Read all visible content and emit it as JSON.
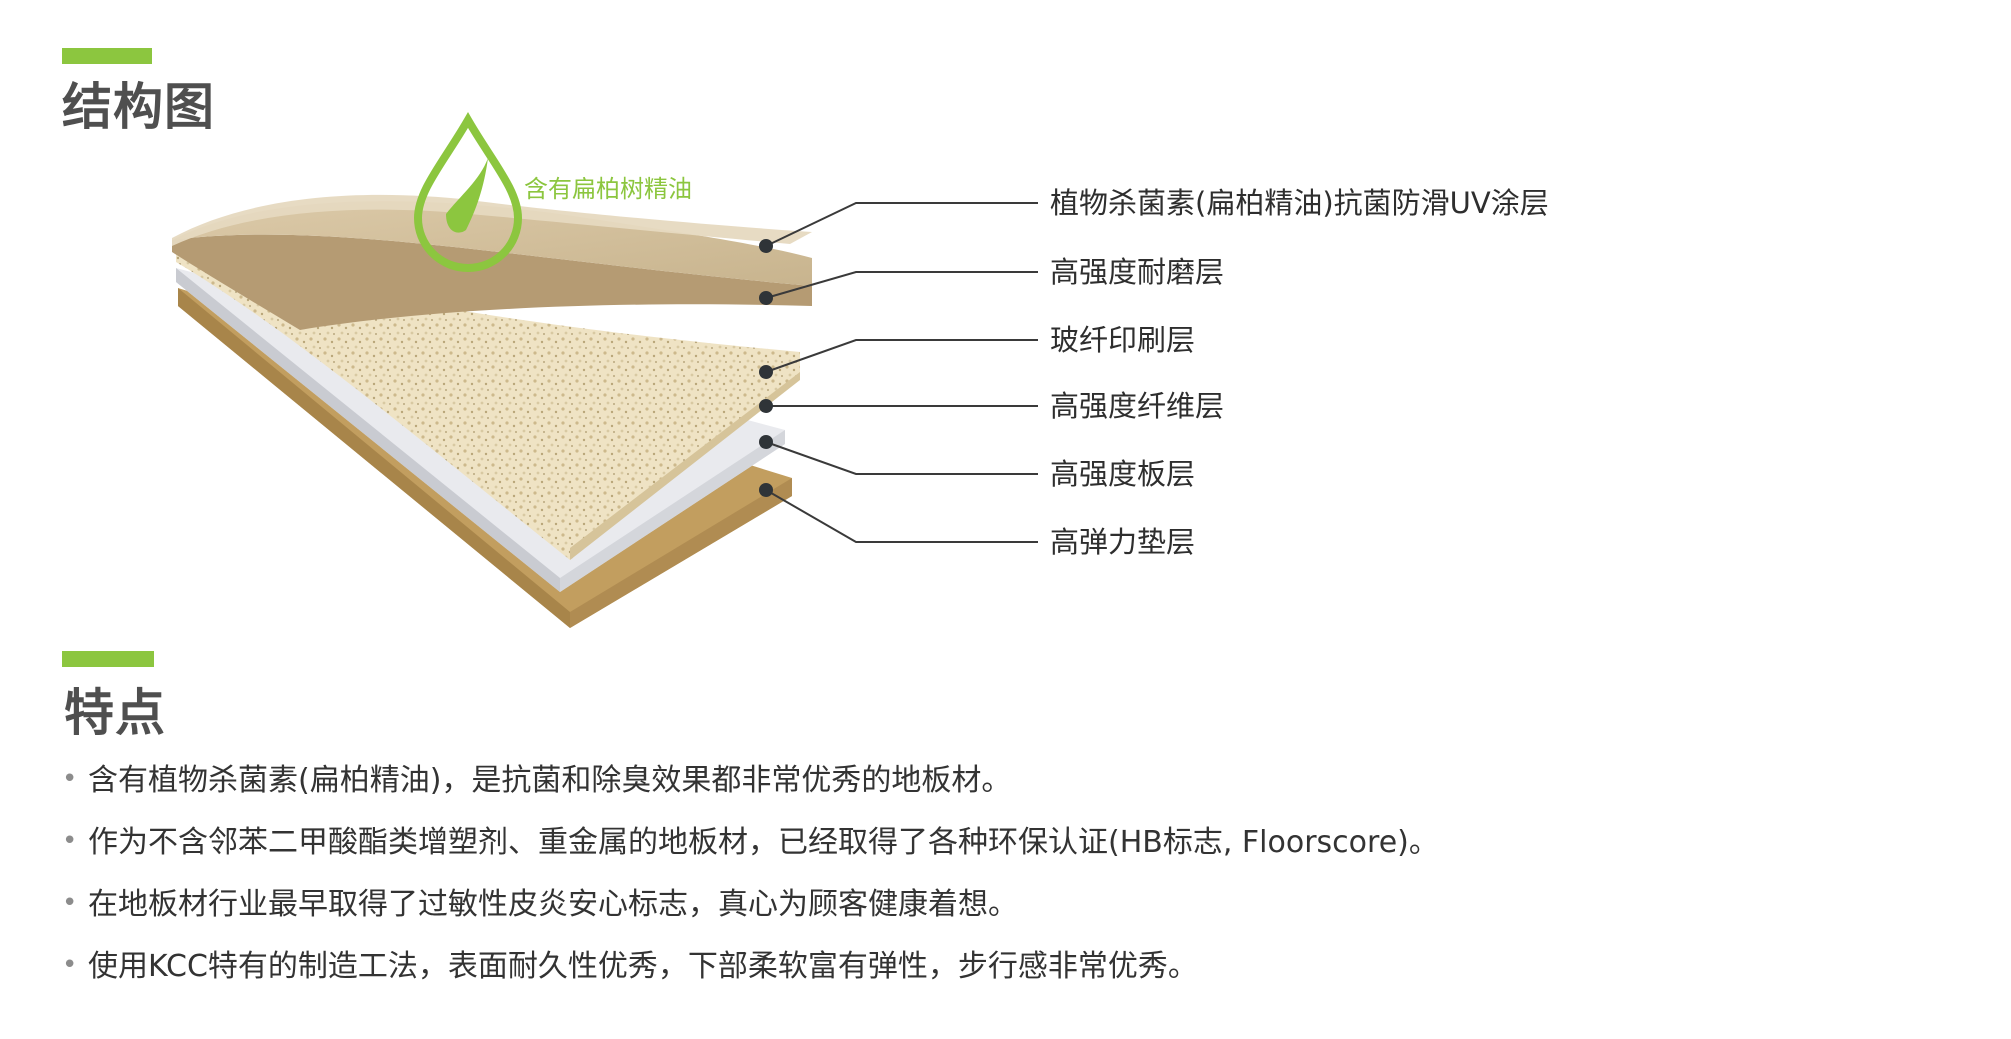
{
  "colors": {
    "accent": "#8cc63f",
    "leader": "#3a3a3a"
  },
  "structure_section": {
    "title": "结构图"
  },
  "drop": {
    "icon": "oil-drop-icon",
    "label": "含有扁柏树精油"
  },
  "layers": [
    {
      "label": "植物杀菌素(扁柏精油)抗菌防滑UV涂层"
    },
    {
      "label": "高强度耐磨层"
    },
    {
      "label": "玻纤印刷层"
    },
    {
      "label": "高强度纤维层"
    },
    {
      "label": "高强度板层"
    },
    {
      "label": "高弹力垫层"
    }
  ],
  "features_section": {
    "title": "特点",
    "items": [
      "含有植物杀菌素(扁柏精油)，是抗菌和除臭效果都非常优秀的地板材。",
      "作为不含邻苯二甲酸酯类增塑剂、重金属的地板材，已经取得了各种环保认证(HB标志, Floorscore)。",
      "在地板材行业最早取得了过敏性皮炎安心标志，真心为顾客健康着想。",
      "使用KCC特有的制造工法，表面耐久性优秀，下部柔软富有弹性，步行感非常优秀。"
    ]
  }
}
